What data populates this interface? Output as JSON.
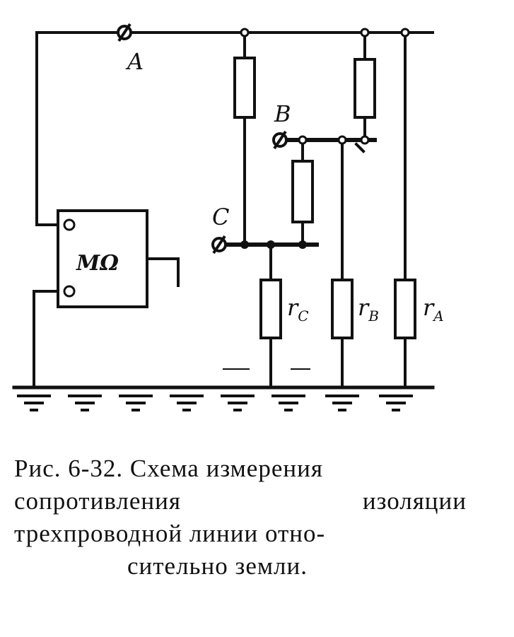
{
  "diagram": {
    "labels": {
      "terminal_a": "A",
      "terminal_b": "B",
      "terminal_c": "C",
      "megohmmeter": "MΩ",
      "r_c_main": "r",
      "r_c_sub": "C",
      "r_b_main": "r",
      "r_b_sub": "B",
      "r_a_main": "r",
      "r_a_sub": "A"
    }
  },
  "caption": {
    "line1": "Рис. 6-32. Схема измерения",
    "line2_a": "сопротивления",
    "line2_b": "изоляции",
    "line3": "трехпроводной линии отно-",
    "line4": "сительно земли."
  }
}
